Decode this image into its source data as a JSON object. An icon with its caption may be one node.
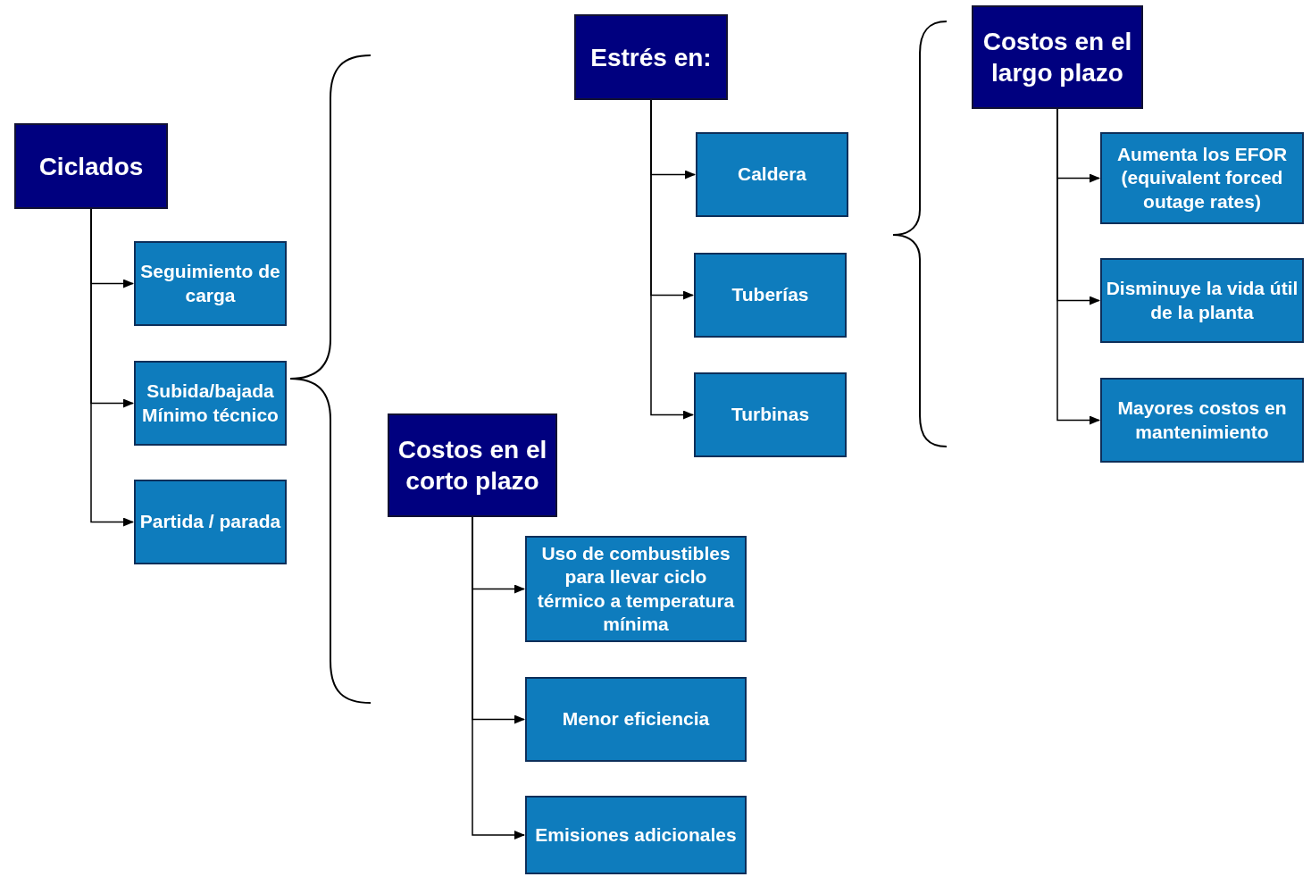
{
  "diagram": {
    "nodes": [
      {
        "text": [
          "Ciclados"
        ]
      },
      {
        "text": [
          "Seguimiento de carga"
        ]
      },
      {
        "text": [
          "Subida/bajada Mínimo técnico"
        ]
      },
      {
        "text": [
          "Partida / parada"
        ]
      },
      {
        "text": [
          "Estrés en:"
        ]
      },
      {
        "text": [
          "Caldera"
        ]
      },
      {
        "text": [
          "Tuberías"
        ]
      },
      {
        "text": [
          "Turbinas"
        ]
      },
      {
        "text": [
          "Costos en el corto plazo"
        ]
      },
      {
        "text": [
          "Uso de combustibles para llevar ciclo térmico a temperatura mínima"
        ]
      },
      {
        "text": [
          "Menor eficiencia"
        ]
      },
      {
        "text": [
          "Emisiones adicionales"
        ]
      },
      {
        "text": [
          "Costos en el largo plazo"
        ]
      },
      {
        "text": [
          "Aumenta los EFOR (equivalent forced outage rates)"
        ]
      },
      {
        "text": [
          "Disminuye la vida útil de la planta"
        ]
      },
      {
        "text": [
          "Mayores costos en mantenimiento"
        ]
      }
    ],
    "edges": [
      {
        "from": 0,
        "to": 1,
        "arrow": "to"
      },
      {
        "from": 0,
        "to": 2,
        "arrow": "to"
      },
      {
        "from": 0,
        "to": 3,
        "arrow": "to"
      },
      {
        "from": 4,
        "to": 5,
        "arrow": "to"
      },
      {
        "from": 4,
        "to": 6,
        "arrow": "to"
      },
      {
        "from": 4,
        "to": 7,
        "arrow": "to"
      },
      {
        "from": 8,
        "to": 9,
        "arrow": "to"
      },
      {
        "from": 8,
        "to": 10,
        "arrow": "to"
      },
      {
        "from": 8,
        "to": 11,
        "arrow": "to"
      },
      {
        "from": 12,
        "to": 13,
        "arrow": "to"
      },
      {
        "from": 12,
        "to": 14,
        "arrow": "to"
      },
      {
        "from": 12,
        "to": 15,
        "arrow": "to"
      }
    ]
  }
}
